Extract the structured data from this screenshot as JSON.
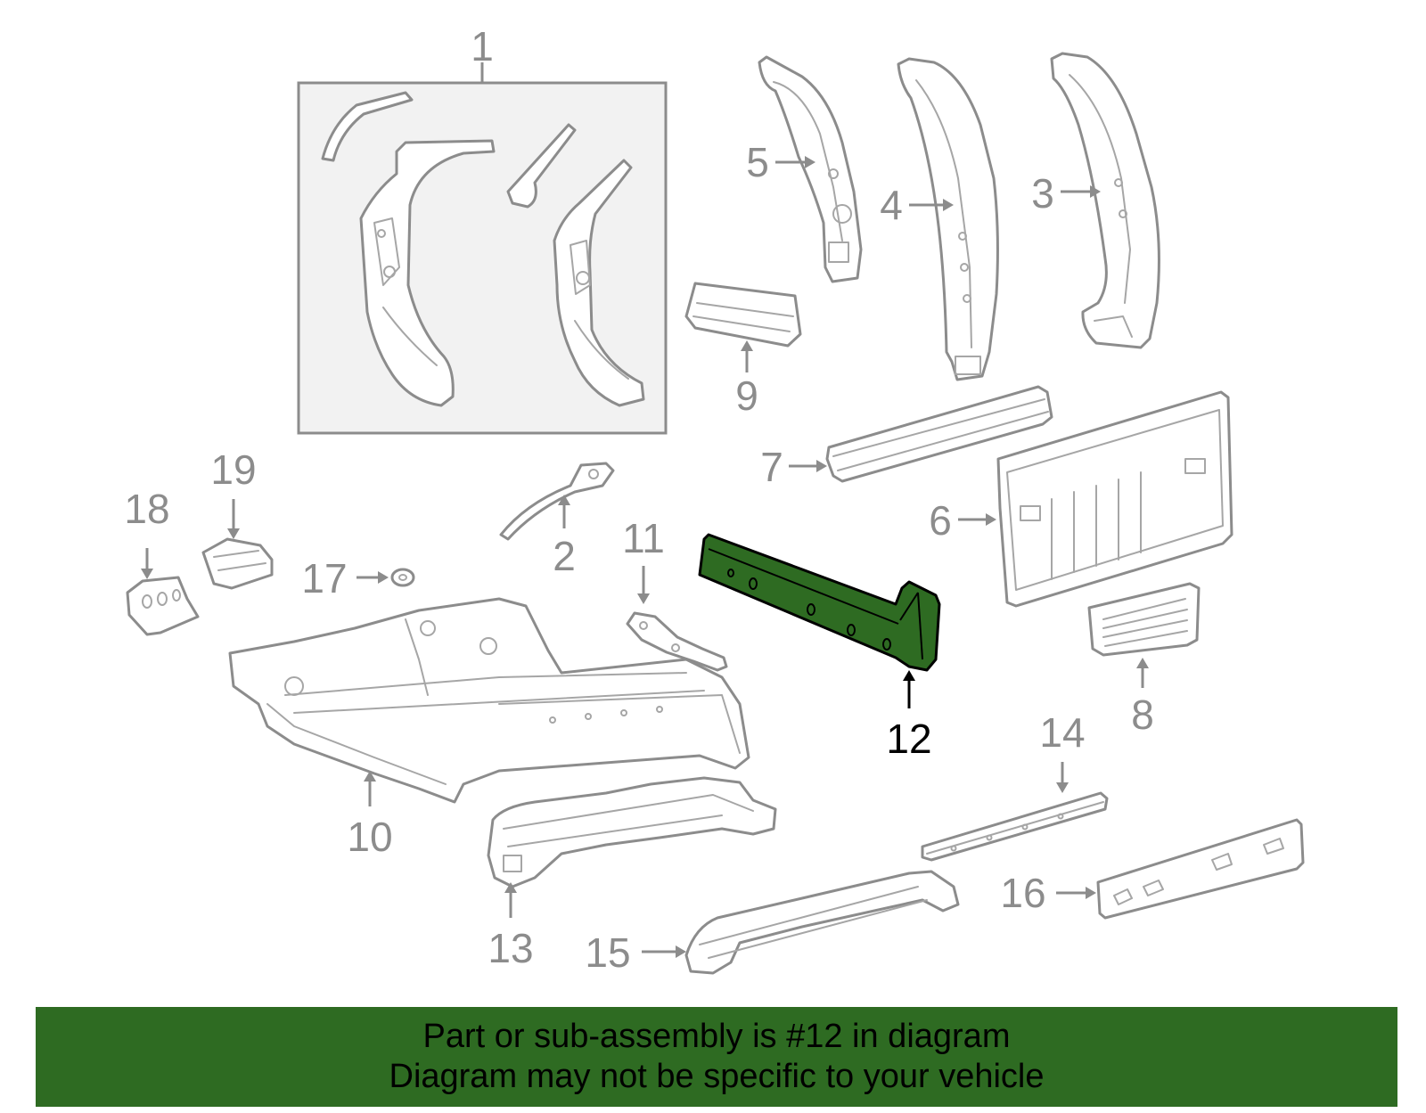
{
  "callouts": {
    "c1": "1",
    "c2": "2",
    "c3": "3",
    "c4": "4",
    "c5": "5",
    "c6": "6",
    "c7": "7",
    "c8": "8",
    "c9": "9",
    "c10": "10",
    "c11": "11",
    "c12": "12",
    "c13": "13",
    "c14": "14",
    "c15": "15",
    "c16": "16",
    "c17": "17",
    "c18": "18",
    "c19": "19"
  },
  "highlighted_part": "12",
  "colors": {
    "highlight": "#2e6b22",
    "line": "#8c8c8c",
    "banner": "#2e6b22"
  },
  "banner": {
    "line1": "Part or sub-assembly is #12 in diagram",
    "line2": "Diagram may not be specific to your vehicle"
  }
}
